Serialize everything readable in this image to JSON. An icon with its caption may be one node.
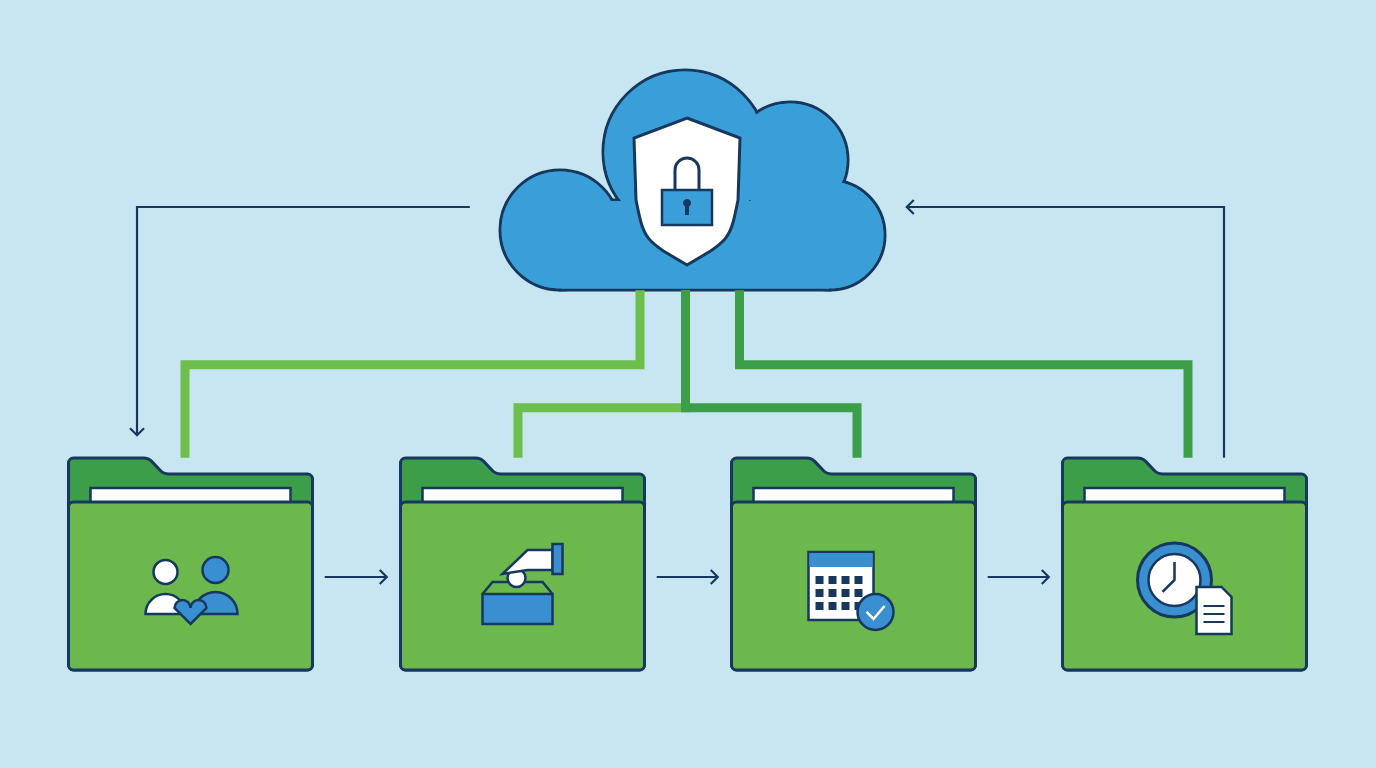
{
  "diagram": {
    "nodes": [
      {
        "text": [],
        "shape": "cloud"
      },
      {
        "text": [],
        "shape": "folder"
      },
      {
        "text": [],
        "shape": "folder"
      },
      {
        "text": [],
        "shape": "folder"
      },
      {
        "text": [],
        "shape": "folder"
      }
    ],
    "edges": [
      {
        "from": 0,
        "to": 1,
        "arrow": "to"
      },
      {
        "from": 1,
        "to": 2,
        "arrow": "to"
      },
      {
        "from": 2,
        "to": 3,
        "arrow": "to"
      },
      {
        "from": 3,
        "to": 4,
        "arrow": "to"
      },
      {
        "from": 4,
        "to": 0,
        "arrow": "to"
      },
      {
        "from": 0,
        "to": 1,
        "arrow": "none",
        "style": "thick",
        "color": "#6cbf4c"
      },
      {
        "from": 0,
        "to": 2,
        "arrow": "none",
        "style": "thick",
        "color": "#6cbf4c"
      },
      {
        "from": 0,
        "to": 3,
        "arrow": "none",
        "style": "thick",
        "color": "#3d9e4a"
      },
      {
        "from": 0,
        "to": 4,
        "arrow": "none",
        "style": "thick",
        "color": "#3d9e4a"
      }
    ]
  }
}
